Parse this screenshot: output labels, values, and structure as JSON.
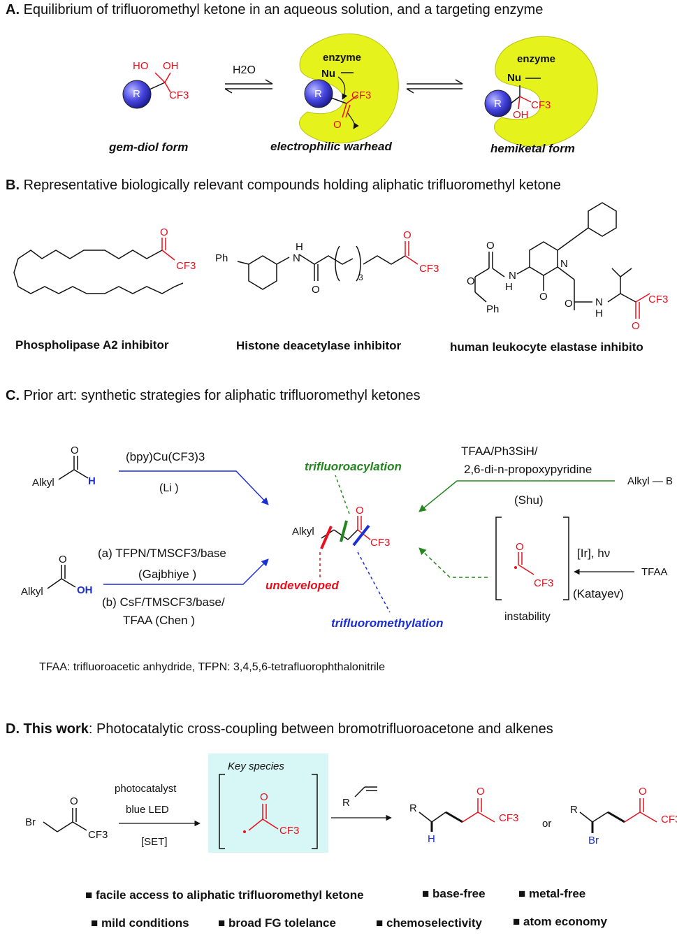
{
  "panelA": {
    "letter": "A.",
    "title": "Equilibrium of trifluoromethyl ketone in an aqueous solution, and a targeting enzyme",
    "ho": "HO",
    "oh": "OH",
    "r": "R",
    "cf3": "CF3",
    "water": "H2O",
    "enzyme": "enzyme",
    "nu": "Nu",
    "o": "O",
    "labels": [
      "gem-diol form",
      "electrophilic warhead",
      "hemiketal form"
    ]
  },
  "panelB": {
    "letter": "B.",
    "title": "Representative biologically relevant compounds holding aliphatic trifluoromethyl ketone",
    "ph": "Ph",
    "nh": "H",
    "n": "N",
    "o": "O",
    "cf3": "CF3",
    "sub3": "3",
    "labels": [
      "Phospholipase A2 inhibitor",
      "Histone deacetylase inhibitor",
      "human leukocyte elastase inhibito"
    ]
  },
  "panelC": {
    "letter": "C.",
    "title": "Prior art: synthetic strategies for aliphatic trifluoromethyl ketones",
    "alkyl": "Alkyl",
    "h": "H",
    "oh": "OH",
    "o": "O",
    "cf3": "CF3",
    "li_reagent": "(bpy)Cu(CF3)3",
    "li": "(Li )",
    "gaj_reagent": "(a) TFPN/TMSCF3/base",
    "gaj": "(Gajbhiye )",
    "chen_reagent1": "(b) CsF/TMSCF3/base/",
    "chen_reagent2": "TFAA (Chen )",
    "shu_reagent1": "TFAA/Ph3SiH/",
    "shu_reagent2": "2,6-di-n-propoxypyridine",
    "shu": "(Shu)",
    "alkyl_b": "Alkyl — B",
    "kat_reagent": "[Ir], hν",
    "kat": "(Katayev)",
    "tfaa": "TFAA",
    "instability": "instability",
    "trifluoroacylation": "trifluoroacylation",
    "undeveloped": "undeveloped",
    "trifluoromethylation": "trifluoromethylation",
    "footnote": "TFAA: trifluoroacetic anhydride, TFPN: 3,4,5,6-tetrafluorophthalonitrile"
  },
  "panelD": {
    "letter": "D. This work",
    "title": ": Photocatalytic cross-coupling between bromotrifluoroacetone and alkenes",
    "br": "Br",
    "o": "O",
    "cf3": "CF3",
    "photocatalyst": "photocatalyst",
    "blue_led": "blue LED",
    "set": "[SET]",
    "key_species": "Key species",
    "r": "R",
    "h": "H",
    "or": "or",
    "features_row1": [
      "facile access to aliphatic trifluoromethyl ketone",
      "base-free",
      "metal-free"
    ],
    "features_row2": [
      "mild conditions",
      "broad FG tolelance",
      "chemoselectivity",
      "atom economy"
    ]
  },
  "colors": {
    "red": "#e8101c",
    "blue": "#1a2fd6",
    "green": "#23861e",
    "enzyme": "#e6f21c",
    "sphere": "#4646e0",
    "keybox": "#d7f6f6"
  }
}
